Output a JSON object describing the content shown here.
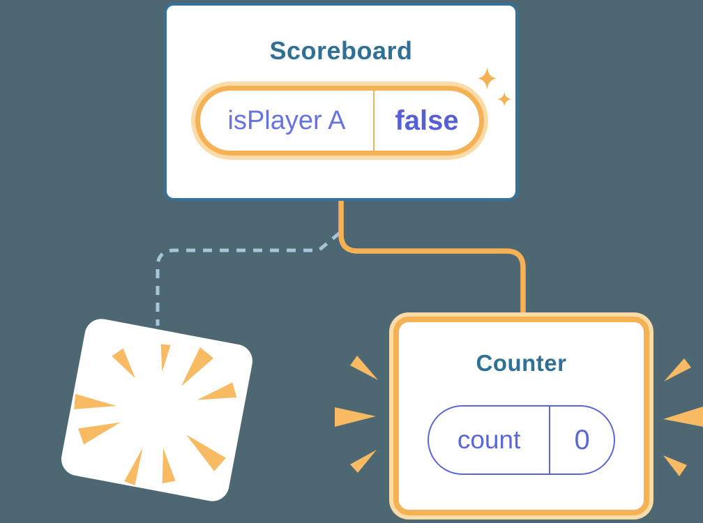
{
  "background_color": "#4D6872",
  "palette": {
    "card_fill": "#FFFFFF",
    "scoreboard_border_blue": "#35719A",
    "title_teal": "#2F7095",
    "state_label_purple": "#6673E0",
    "state_value_purple": "#5560D6",
    "counter_pill_purple": "#5B66DA",
    "orange": "#F6B155",
    "orange_glow": "#FBDCA8",
    "burst_orange": "#F8BA62",
    "dashed_connector_blue": "#A9C4D9"
  },
  "scoreboard": {
    "title": "Scoreboard",
    "state": {
      "label": "isPlayer A",
      "value": "false"
    }
  },
  "counter": {
    "title": "Counter",
    "state": {
      "label": "count",
      "value": "0"
    }
  },
  "connectors": {
    "counter_link_style": "solid-orange",
    "removed_link_style": "dashed-blue"
  },
  "icons": {
    "sparkles": "sparkle-stars",
    "poof": "poof-burst",
    "emphasis_left": "burst-marks-left",
    "emphasis_right": "burst-marks-right"
  }
}
